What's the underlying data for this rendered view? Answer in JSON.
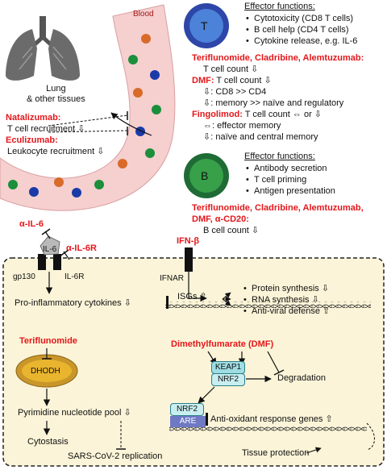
{
  "colors": {
    "red": "#e3171b",
    "blood_vessel": "#f6cfcf",
    "t_cell_outer": "#2d46a8",
    "t_cell_inner": "#4c82d8",
    "b_cell_outer": "#1f6b35",
    "b_cell_inner": "#37a049",
    "cell_orange": "#d86a2a",
    "cell_green": "#1b8f3b",
    "cell_blue": "#1a3aa8",
    "dhodh": "#e9b52e",
    "keap1": "#9fdde2",
    "are": "#6f79c4"
  },
  "top": {
    "blood_label": "Blood",
    "lung_label": [
      "Lung",
      "& other tissues"
    ],
    "natalizumab": "Natalizumab:",
    "natalizumab_effect": "T cell recruitment ⇩",
    "eculizumab": "Eculizumab:",
    "eculizumab_effect": "Leukocyte recruitment ⇩"
  },
  "t_cell": {
    "label": "T",
    "heading": "Effector functions:",
    "functions": [
      "Cytotoxicity (CD8 T cells)",
      "B cell help (CD4 T cells)",
      "Cytokine release, e.g. IL-6"
    ],
    "drugs_line": "Teriflunomide, Cladribine, Alemtuzumab:",
    "drugs_effect": "T cell count ⇩",
    "dmf": "DMF:",
    "dmf_effect": "T cell count ⇩",
    "dmf_sub": [
      "⇩: CD8 >> CD4",
      "⇩: memory >> naïve and regulatory"
    ],
    "fingolimod": "Fingolimod:",
    "fingolimod_effect": "T cell count ⇔ or ⇩",
    "fingolimod_sub": [
      "⇔: effector memory",
      "⇩: naïve and central memory"
    ]
  },
  "b_cell": {
    "label": "B",
    "heading": "Effector functions:",
    "functions": [
      "Antibody secretion",
      "T cell priming",
      "Antigen presentation"
    ],
    "drugs_line1": "Teriflunomide, Cladribine, Alemtuzumab,",
    "drugs_line2": "DMF, α-CD20:",
    "drugs_effect": "B cell count ⇩"
  },
  "bottom": {
    "alpha_il6": "α-IL-6",
    "alpha_il6r": "α-IL-6R",
    "il6": "IL-6",
    "gp130": "gp130",
    "il6r": "IL-6R",
    "ifn_beta": "IFN-β",
    "ifnar": "IFNAR",
    "pro_inflammatory": "Pro-inflammatory cytokines ⇩",
    "isgs": "ISGs ⇧",
    "isg_effects": [
      "Protein synthesis ⇩",
      "RNA synthesis ⇩",
      "Anti-viral defense ⇧"
    ],
    "teriflunomide": "Teriflunomide",
    "dhodh": "DHODH",
    "pyrimidine": "Pyrimidine nucleotide pool ⇩",
    "cytostasis": "Cytostasis",
    "sars": "SARS-CoV-2 replication",
    "dmf_title": "Dimethylfumarate (DMF)",
    "keap1": "KEAP1",
    "nrf2": "NRF2",
    "degradation": "Degradation",
    "nrf2_bound": "NRF2",
    "are": "ARE",
    "antioxidant": "Anti-oxidant response genes ⇧",
    "tissue_protection": "Tissue protection"
  }
}
